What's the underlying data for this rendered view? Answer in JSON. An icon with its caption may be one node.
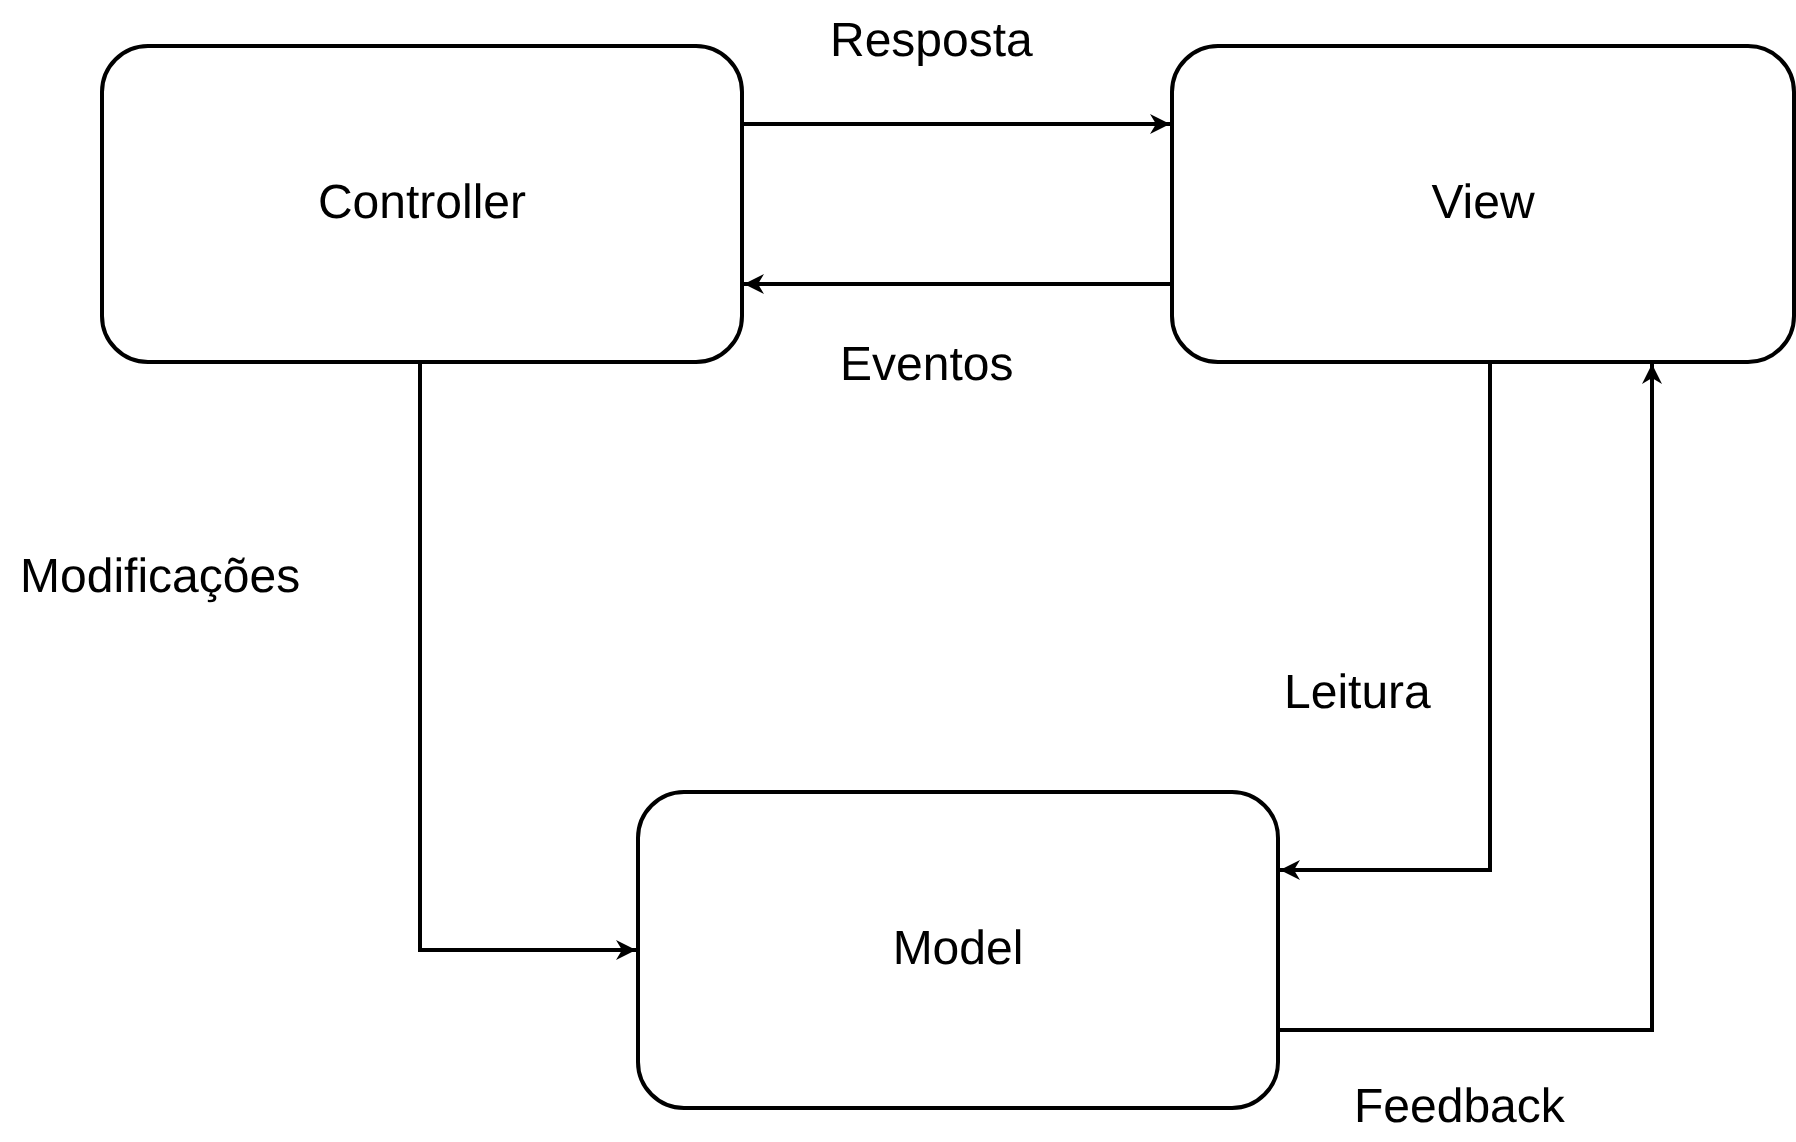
{
  "diagram": {
    "nodes": [
      {
        "text": [
          "Controller"
        ]
      },
      {
        "text": [
          "View"
        ]
      },
      {
        "text": [
          "Model"
        ]
      }
    ],
    "edges": [
      {
        "from": 0,
        "to": 1,
        "arrow": "to",
        "label": "Resposta"
      },
      {
        "from": 1,
        "to": 0,
        "arrow": "to",
        "label": "Eventos"
      },
      {
        "from": 0,
        "to": 2,
        "arrow": "to",
        "label": "Modificações"
      },
      {
        "from": 1,
        "to": 2,
        "arrow": "to",
        "label": "Leitura"
      },
      {
        "from": 2,
        "to": 1,
        "arrow": "to",
        "label": "Feedback"
      }
    ]
  }
}
